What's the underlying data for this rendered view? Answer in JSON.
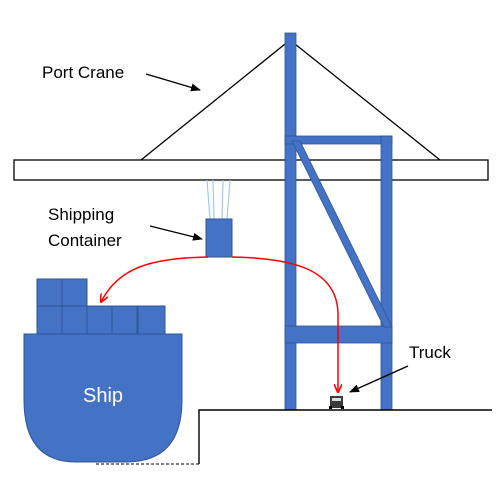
{
  "labels": {
    "port_crane": "Port Crane",
    "shipping_container_line1": "Shipping",
    "shipping_container_line2": "Container",
    "truck": "Truck",
    "ship": "Ship"
  },
  "colors": {
    "structure_blue": "#4472c4",
    "structure_outline": "#2f5597",
    "path_red": "#ff0000",
    "line_black": "#000000",
    "cable_blue": "#9dc3e6",
    "background": "#ffffff"
  }
}
